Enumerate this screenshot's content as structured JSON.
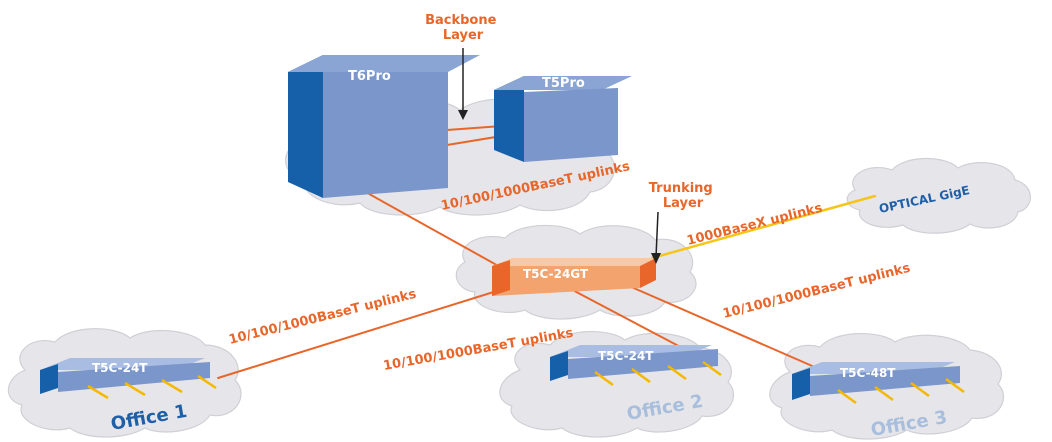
{
  "layers": {
    "backbone": "Backbone\nLayer",
    "trunking": "Trunking\nLayer"
  },
  "devices": {
    "t6pro": "T6Pro",
    "t5pro": "T5Pro",
    "core": "T5C-24GT",
    "office1_switch": "T5C-24T",
    "office2_switch": "T5C-24T",
    "office3_switch": "T5C-48T"
  },
  "offices": {
    "office1": "Office 1",
    "office2": "Office 2",
    "office3": "Office 3"
  },
  "clouds": {
    "optical": "OPTICAL GigE"
  },
  "links": {
    "backbone_uplinks": "10/100/1000BaseT uplinks",
    "optical_uplinks": "1000BaseX uplinks",
    "office1_uplinks": "10/100/1000BaseT uplinks",
    "office2_uplinks": "10/100/1000BaseT uplinks",
    "office3_uplinks": "10/100/1000BaseT uplinks"
  },
  "colors": {
    "device_front": "#7b96cb",
    "device_side": "#1560a9",
    "core_front": "#f3a36e",
    "core_dark": "#e8662a",
    "link": "#e8662a",
    "optical_link": "#f5c518",
    "cloud": "#e6e6ea",
    "label_orange": "#e8662a",
    "label_blue": "#1e5fa8"
  }
}
